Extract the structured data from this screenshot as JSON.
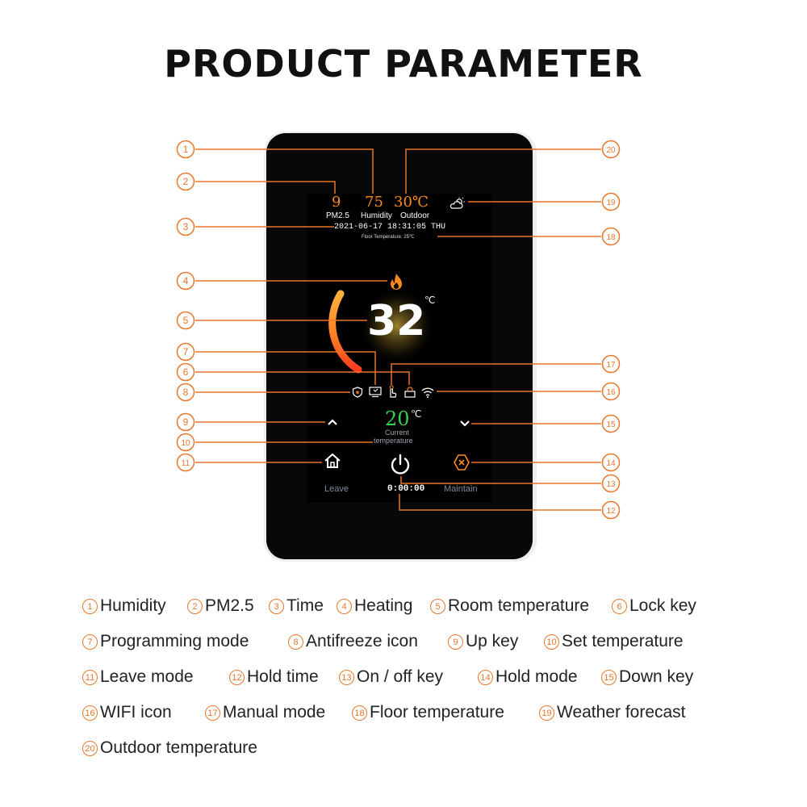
{
  "title": "PRODUCT PARAMETER",
  "screen": {
    "pm25_value": "9",
    "pm25_label": "PM2.5",
    "humidity_value": "75",
    "humidity_label": "Humidity",
    "outdoor_value": "30℃",
    "outdoor_label": "Outdoor",
    "datetime": "2021-06-17  18:31:05  THU",
    "floor_temperature": "Floor Temperature: 25℃",
    "room_temp": "32",
    "room_unit": "℃",
    "set_temp": "20",
    "set_unit": "℃",
    "set_label_line1": "Current",
    "set_label_line2": "temperature",
    "leave_label": "Leave",
    "hold_time": "0:00:00",
    "maintain_label": "Maintain"
  },
  "callouts": [
    "1",
    "2",
    "3",
    "4",
    "5",
    "6",
    "7",
    "8",
    "9",
    "10",
    "11",
    "12",
    "13",
    "14",
    "15",
    "16",
    "17",
    "18",
    "19",
    "20"
  ],
  "legend": [
    {
      "num": "1",
      "label": "Humidity"
    },
    {
      "num": "2",
      "label": "PM2.5"
    },
    {
      "num": "3",
      "label": "Time"
    },
    {
      "num": "4",
      "label": "Heating"
    },
    {
      "num": "5",
      "label": "Room temperature"
    },
    {
      "num": "6",
      "label": "Lock key"
    },
    {
      "num": "7",
      "label": "Programming mode"
    },
    {
      "num": "8",
      "label": "Antifreeze icon"
    },
    {
      "num": "9",
      "label": "Up key"
    },
    {
      "num": "10",
      "label": "Set temperature"
    },
    {
      "num": "11",
      "label": "Leave mode"
    },
    {
      "num": "12",
      "label": "Hold time"
    },
    {
      "num": "13",
      "label": "On / off key"
    },
    {
      "num": "14",
      "label": "Hold mode"
    },
    {
      "num": "15",
      "label": "Down key"
    },
    {
      "num": "16",
      "label": "WIFI icon"
    },
    {
      "num": "17",
      "label": "Manual mode"
    },
    {
      "num": "18",
      "label": "Floor temperature"
    },
    {
      "num": "19",
      "label": "Weather forecast"
    },
    {
      "num": "20",
      "label": "Outdoor temperature"
    }
  ],
  "colors": {
    "callout": "#e8762b",
    "accent": "#ff8a1c",
    "set_temp": "#35d24a"
  },
  "icons": [
    "flame-icon",
    "weather-icon",
    "antifreeze-icon",
    "programming-icon",
    "manual-icon",
    "lock-icon",
    "wifi-icon",
    "up-arrow-icon",
    "down-arrow-icon",
    "home-icon",
    "power-icon",
    "maintain-icon"
  ]
}
